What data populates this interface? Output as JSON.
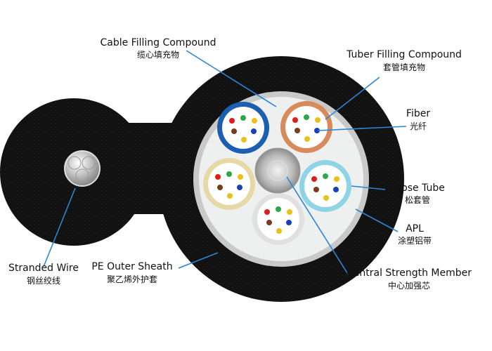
{
  "labels": {
    "cable_filling_compound": {
      "en": "Cable Filling Compound",
      "cn": "缆心填充物"
    },
    "tuber_filling_compound": {
      "en": "Tuber Filling Compound",
      "cn": "套管填充物"
    },
    "fiber": {
      "en": "Fiber",
      "cn": "光纤"
    },
    "loose_tube": {
      "en": "Loose Tube",
      "cn": "松套管"
    },
    "apl": {
      "en": "APL",
      "cn": "涂塑铝带"
    },
    "central_strength_member": {
      "en": "Central Strength Member",
      "cn": "中心加强芯"
    },
    "pe_outer_sheath": {
      "en": "PE Outer Sheath",
      "cn": "聚乙烯外护套"
    },
    "stranded_wire": {
      "en": "Stranded Wire",
      "cn": "钢丝绞线"
    }
  },
  "colors": {
    "sheath": "#111111",
    "apl_ring": "#c9c9c9",
    "filling": "#eef0ef",
    "leader": "#2a86d9",
    "tube_blue": "#1c5fb0",
    "tube_orange": "#d98a5c",
    "tube_aqua": "#8fd3e6",
    "tube_cream": "#e6d9a6",
    "tube_white": "#e6e6e6",
    "fiber_colors": [
      "#e01b1b",
      "#2aa84a",
      "#e8c21a",
      "#7a3b1a",
      "#1a3fb8",
      "#ffffff"
    ]
  }
}
